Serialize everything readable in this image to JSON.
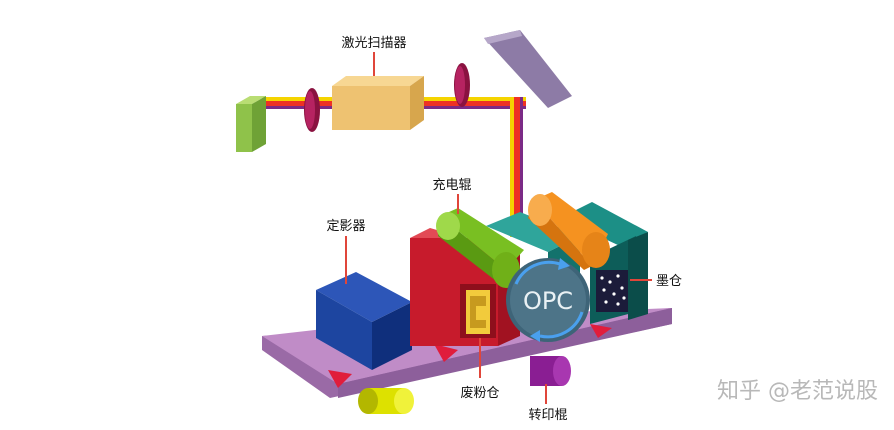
{
  "labels": {
    "laser_scanner": "激光扫描器",
    "charge_roller": "充电辊",
    "fuser": "定影器",
    "toner_hopper": "墨仓",
    "waste_toner_bin": "废粉仓",
    "transfer_roller": "转印棍",
    "opc": "OPC"
  },
  "watermark": "知乎 @老范说股"
}
